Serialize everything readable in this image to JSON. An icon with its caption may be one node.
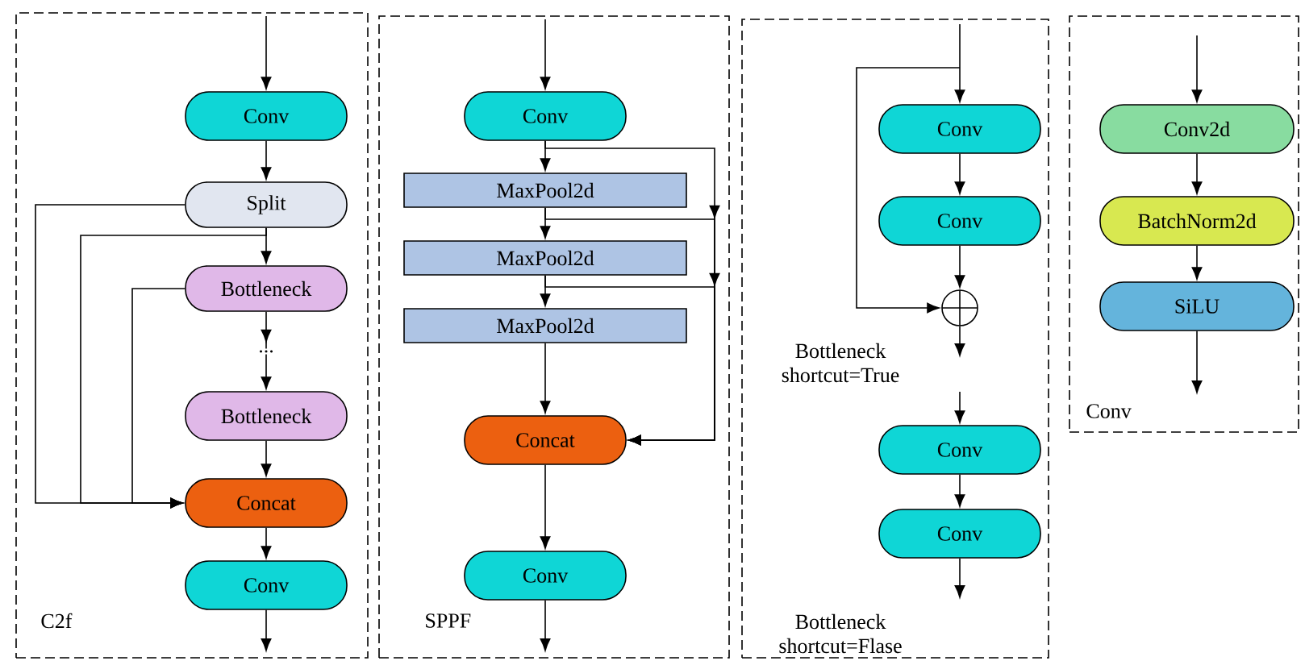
{
  "diagram": {
    "nodes": [
      {
        "text": [
          "C2f"
        ]
      },
      {
        "text": [
          "Conv"
        ],
        "in": 0
      },
      {
        "text": [
          "Split"
        ],
        "in": 0
      },
      {
        "text": [
          "Bottleneck"
        ],
        "in": 0
      },
      {
        "text": [
          "Bottleneck"
        ],
        "in": 0
      },
      {
        "text": [
          "Concat"
        ],
        "in": 0
      },
      {
        "text": [
          "Conv"
        ],
        "in": 0
      },
      {
        "text": [
          "SPPF"
        ]
      },
      {
        "text": [
          "Conv"
        ],
        "in": 7
      },
      {
        "text": [
          "MaxPool2d"
        ],
        "in": 7
      },
      {
        "text": [
          "MaxPool2d"
        ],
        "in": 7
      },
      {
        "text": [
          "MaxPool2d"
        ],
        "in": 7
      },
      {
        "text": [
          "Concat"
        ],
        "in": 7
      },
      {
        "text": [
          "Conv"
        ],
        "in": 7
      },
      {
        "text": [
          "Bottleneck shortcut=True",
          "Bottleneck shortcut=Flase"
        ]
      },
      {
        "text": [
          "Conv"
        ],
        "in": 14
      },
      {
        "text": [
          "Conv"
        ],
        "in": 14
      },
      {
        "text": [],
        "shape": "circle",
        "in": 14
      },
      {
        "text": [
          "Conv"
        ],
        "in": 14
      },
      {
        "text": [
          "Conv"
        ],
        "in": 14
      },
      {
        "text": [
          "Conv"
        ]
      },
      {
        "text": [
          "Conv2d"
        ],
        "in": 20
      },
      {
        "text": [
          "BatchNorm2d"
        ],
        "in": 20
      },
      {
        "text": [
          "SiLU"
        ],
        "in": 20
      }
    ],
    "edges": [
      {
        "from": null,
        "to": 1,
        "arrow": "to"
      },
      {
        "from": 1,
        "to": 2,
        "arrow": "to"
      },
      {
        "from": 2,
        "to": 3,
        "arrow": "to"
      },
      {
        "from": 3,
        "to": 4,
        "arrow": "to",
        "label": "..."
      },
      {
        "from": 4,
        "to": 5,
        "arrow": "to"
      },
      {
        "from": 5,
        "to": 6,
        "arrow": "to"
      },
      {
        "from": 6,
        "to": null,
        "arrow": "to"
      },
      {
        "from": 2,
        "to": 5,
        "arrow": "to"
      },
      {
        "from": 2,
        "to": 5,
        "arrow": "to"
      },
      {
        "from": 3,
        "to": 5,
        "arrow": "to"
      },
      {
        "from": null,
        "to": 8,
        "arrow": "to"
      },
      {
        "from": 8,
        "to": 9,
        "arrow": "to"
      },
      {
        "from": 9,
        "to": 10,
        "arrow": "to"
      },
      {
        "from": 10,
        "to": 11,
        "arrow": "to"
      },
      {
        "from": 11,
        "to": 12,
        "arrow": "to"
      },
      {
        "from": 12,
        "to": 13,
        "arrow": "to"
      },
      {
        "from": 13,
        "to": null,
        "arrow": "to"
      },
      {
        "from": 8,
        "to": 12,
        "arrow": "to"
      },
      {
        "from": 9,
        "to": 12,
        "arrow": "to"
      },
      {
        "from": 10,
        "to": 12,
        "arrow": "to"
      },
      {
        "from": null,
        "to": 15,
        "arrow": "to"
      },
      {
        "from": 15,
        "to": 16,
        "arrow": "to"
      },
      {
        "from": 16,
        "to": 17,
        "arrow": "to"
      },
      {
        "from": 17,
        "to": null,
        "arrow": "to"
      },
      {
        "from": null,
        "to": 17,
        "arrow": "to"
      },
      {
        "from": null,
        "to": 18,
        "arrow": "to"
      },
      {
        "from": 18,
        "to": 19,
        "arrow": "to"
      },
      {
        "from": 19,
        "to": null,
        "arrow": "to"
      },
      {
        "from": null,
        "to": 21,
        "arrow": "to"
      },
      {
        "from": 21,
        "to": 22,
        "arrow": "to"
      },
      {
        "from": 22,
        "to": 23,
        "arrow": "to"
      },
      {
        "from": 23,
        "to": null,
        "arrow": "to"
      }
    ]
  }
}
